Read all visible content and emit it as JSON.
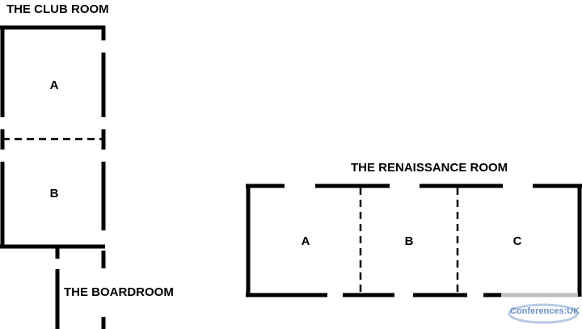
{
  "rooms": {
    "club_room": {
      "title": "THE CLUB ROOM",
      "areas": [
        "A",
        "B"
      ]
    },
    "boardroom": {
      "title": "THE BOARDROOM"
    },
    "renaissance_room": {
      "title": "THE RENAISSANCE ROOM",
      "areas": [
        "A",
        "B",
        "C"
      ]
    }
  },
  "logo": {
    "text": "Conferences:UK",
    "color": "#6f8fc0"
  },
  "colors": {
    "walls": "#000000",
    "accent_wall": "#bdbdbd"
  }
}
